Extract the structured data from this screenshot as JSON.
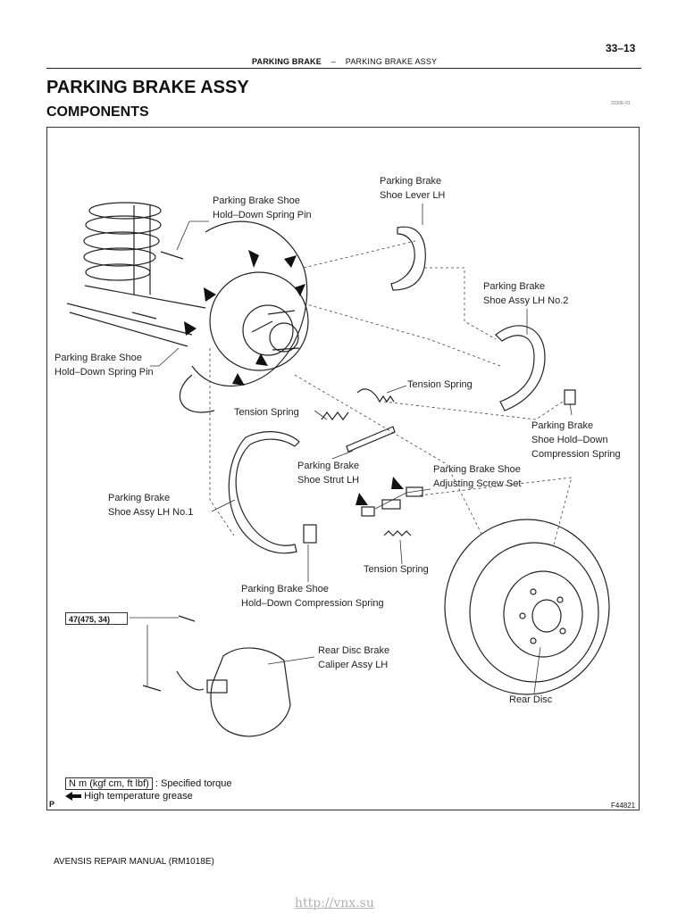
{
  "page_number": "33–13",
  "running_header": {
    "section": "PARKING BRAKE",
    "separator": "–",
    "subsection": "PARKING BRAKE ASSY"
  },
  "title": "PARKING BRAKE ASSY",
  "subtitle": "COMPONENTS",
  "doc_code": "3330E-01",
  "figure": {
    "labels": {
      "hold_down_pin_top": "Parking Brake Shoe\nHold–Down Spring Pin",
      "shoe_lever": "Parking Brake\nShoe Lever LH",
      "shoe_no2": "Parking Brake\nShoe Assy LH No.2",
      "hold_down_pin_left": "Parking Brake Shoe\nHold–Down Spring Pin",
      "tension_spring_1": "Tension Spring",
      "tension_spring_2": "Tension Spring",
      "compression_spring_right": "Parking Brake\nShoe Hold–Down\nCompression Spring",
      "shoe_strut": "Parking Brake\nShoe Strut LH",
      "adjusting_screw": "Parking Brake Shoe\nAdjusting Screw Set",
      "shoe_no1": "Parking Brake\nShoe Assy LH No.1",
      "tension_spring_3": "Tension Spring",
      "compression_spring_bottom": "Parking Brake Shoe\nHold–Down Compression Spring",
      "caliper": "Rear Disc Brake\nCaliper Assy LH",
      "rear_disc": "Rear Disc"
    },
    "torque_value": "47(475, 34)",
    "figure_id": "F44821",
    "corner_mark": "P"
  },
  "legend": {
    "torque_unit": "N m (kgf cm, ft lbf)",
    "torque_text": ": Specified torque",
    "grease_text": "High temperature grease"
  },
  "footer": "AVENSIS REPAIR MANUAL   (RM1018E)",
  "watermark_url": "http://vnx.su"
}
